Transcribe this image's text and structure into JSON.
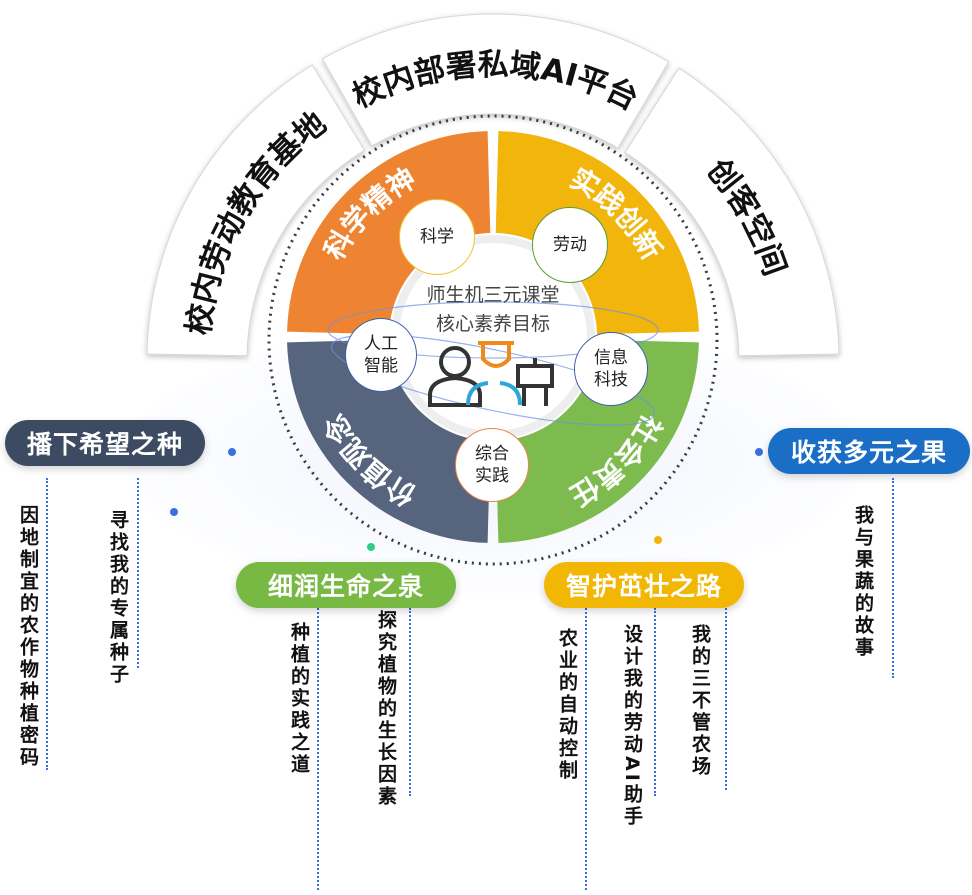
{
  "outer_arch": [
    {
      "label": "校内劳动教育基地"
    },
    {
      "label": "校内部署私域AI平台"
    },
    {
      "label": "创客空间"
    }
  ],
  "quadrants": [
    {
      "label": "科学精神",
      "color": "#ee8432"
    },
    {
      "label": "实践创新",
      "color": "#f1b50c"
    },
    {
      "label": "社会责任",
      "color": "#7dbb4e"
    },
    {
      "label": "价值观念",
      "color": "#56647e"
    }
  ],
  "center": {
    "line1": "师生机三元课堂",
    "line2": "核心素养目标"
  },
  "subjects": [
    {
      "label": "科学",
      "color": "#f1c232"
    },
    {
      "label": "劳动",
      "color": "#5f9a3a"
    },
    {
      "label": "人工智能",
      "color": "#3d5fa8"
    },
    {
      "label": "信息科技",
      "color": "#3d5fa8"
    },
    {
      "label": "综合实践",
      "color": "#e8844a"
    }
  ],
  "stages": [
    {
      "label": "播下希望之种",
      "color": "#3c4a62",
      "items": [
        "因地制宜的农作物种植密码",
        "寻找我的专属种子"
      ]
    },
    {
      "label": "细润生命之泉",
      "color": "#78b943",
      "items": [
        "种植的实践之道",
        "探究植物的生长因素"
      ]
    },
    {
      "label": "智护茁壮之路",
      "color": "#f2b705",
      "items": [
        "农业的自动控制",
        "设计我的劳动AI助手",
        "我的三不管农场"
      ]
    },
    {
      "label": "收获多元之果",
      "color": "#1a6ec6",
      "items": [
        "我与果蔬的故事"
      ]
    }
  ]
}
